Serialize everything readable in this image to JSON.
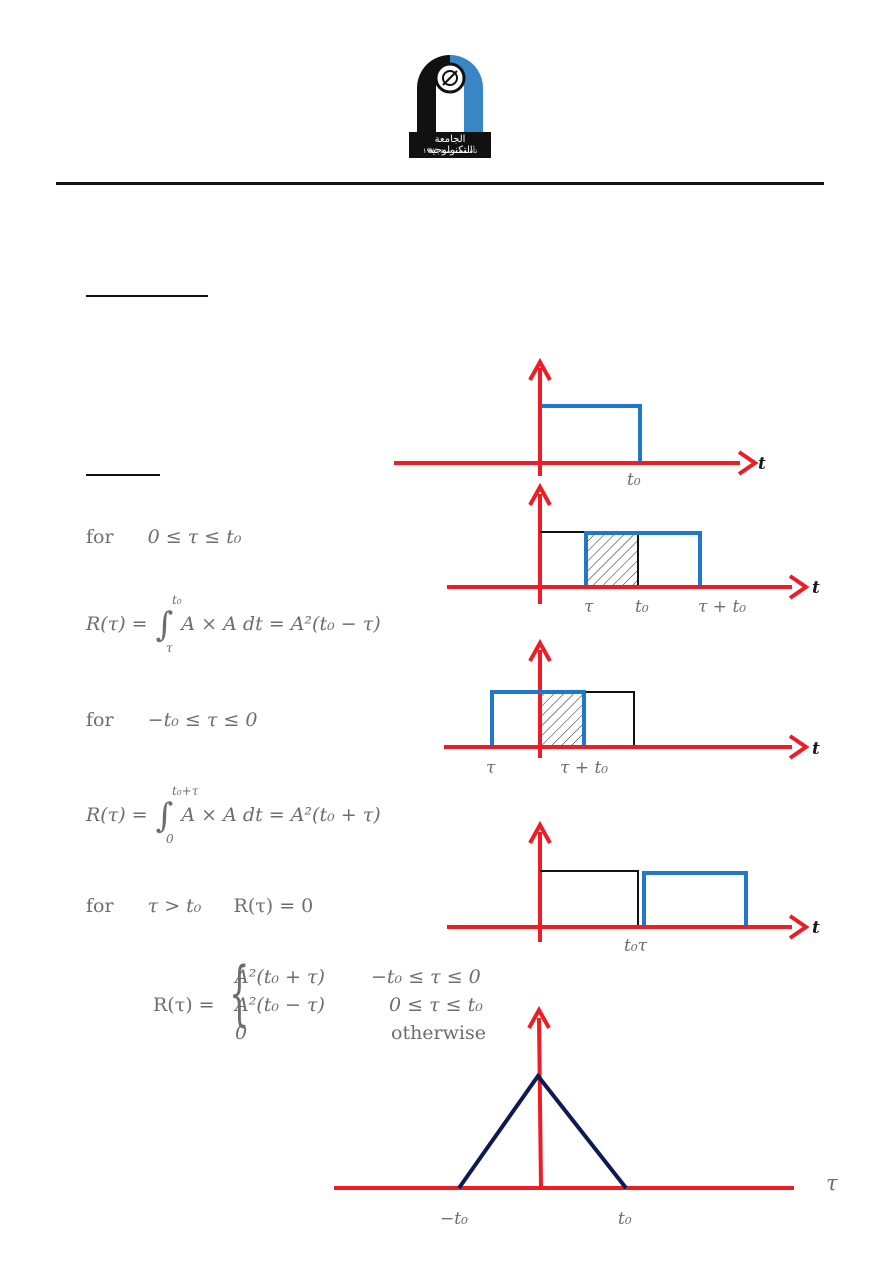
{
  "logo": {
    "name": "university-logo",
    "arabic_text": "الجامعة التكنولوجية",
    "arabic_subtext": "تأسست سنة ١٩٧٥"
  },
  "colors": {
    "axis": "#ee1c24",
    "pulse": "#1f78c8",
    "triangle": "#0d1a55",
    "text": "#6d6d6d"
  },
  "text": {
    "for_1": "for",
    "cond_1": "0 ≤ τ ≤ t₀",
    "eq_1_lhs": "R(τ) =",
    "eq_1_upper": "t₀",
    "eq_1_lower": "τ",
    "eq_1_rhs": "A × A dt = A²(t₀ − τ)",
    "for_2": "for",
    "cond_2": "−t₀ ≤ τ ≤ 0",
    "eq_2_lhs": "R(τ) =",
    "eq_2_upper": "t₀+τ",
    "eq_2_lower": "0",
    "eq_2_rhs": "A × A dt = A²(t₀ + τ)",
    "for_3": "for",
    "cond_3": "τ > t₀",
    "cond_3_result": "R(τ) = 0",
    "piecewise_lhs": "R(τ) =",
    "piecewise_rows": [
      {
        "expr": "A²(t₀ + τ)",
        "cond": "−t₀ ≤ τ ≤ 0"
      },
      {
        "expr": "A²(t₀ − τ)",
        "cond": "0 ≤ τ ≤ t₀"
      },
      {
        "expr": "0",
        "cond": "otherwise"
      }
    ]
  },
  "fig1": {
    "t_label": "t",
    "t0_label": "t₀"
  },
  "fig2": {
    "t_label": "t",
    "tau_label": "τ",
    "t0_label": "t₀",
    "tau_plus_t0_label": "τ + t₀"
  },
  "fig3": {
    "t_label": "t",
    "tau_label": "τ",
    "tau_plus_t0_label": "τ + t₀"
  },
  "fig4": {
    "t_label": "t",
    "t0tau_label": "t₀τ"
  },
  "fig5": {
    "tau_axis_label": "τ",
    "neg_t0_label": "−t₀",
    "t0_label": "t₀"
  }
}
